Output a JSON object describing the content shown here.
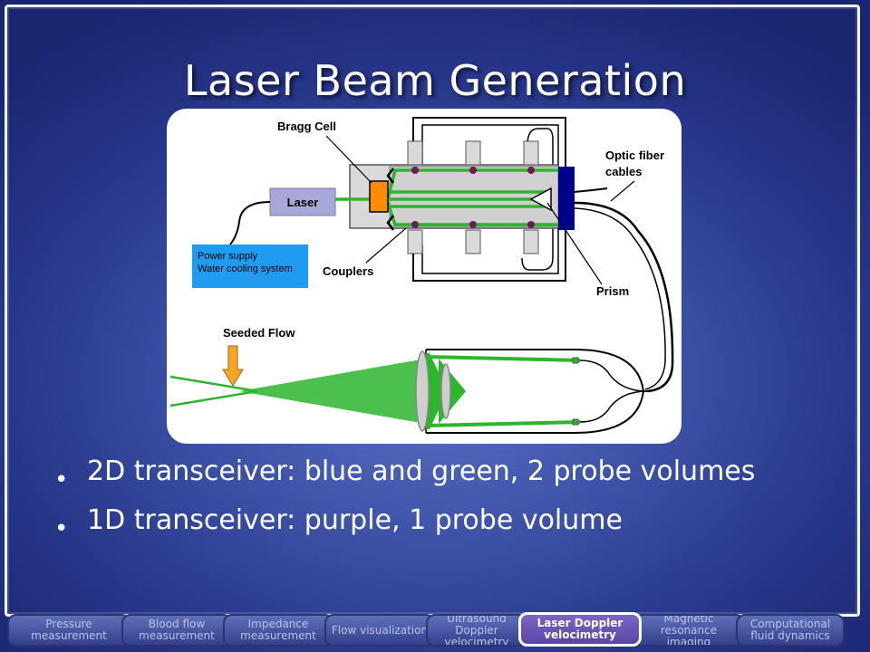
{
  "slide": {
    "title": "Laser Beam Generation",
    "bullets": [
      "2D transceiver: blue and green, 2 probe volumes",
      "1D transceiver: purple, 1 probe volume"
    ]
  },
  "diagram": {
    "labels": {
      "bragg_cell": "Bragg Cell",
      "laser": "Laser",
      "optic_fiber_line1": "Optic fiber",
      "optic_fiber_line2": "cables",
      "power_line1": "Power supply",
      "power_line2": "Water cooling system",
      "couplers": "Couplers",
      "prism": "Prism",
      "seeded_flow": "Seeded Flow"
    },
    "colors": {
      "beam": "#2db52d",
      "bragg": "#ff8c00",
      "laser_box": "#a8a8d8",
      "power_box": "#1f9bf0",
      "fiber_block": "#00008b",
      "arrow": "#f5a623"
    }
  },
  "nav": {
    "tabs": [
      {
        "label": "Pressure measurement",
        "active": false
      },
      {
        "label": "Blood flow measurement",
        "active": false
      },
      {
        "label": "Impedance measurement",
        "active": false
      },
      {
        "label": "Flow visualization",
        "active": false
      },
      {
        "label": "Ultrasound Doppler velocimetry",
        "active": false
      },
      {
        "label": "Laser Doppler velocimetry",
        "active": true
      },
      {
        "label": "Magnetic resonance imaging",
        "active": false
      },
      {
        "label": "Computational fluid dynamics",
        "active": false
      }
    ]
  }
}
